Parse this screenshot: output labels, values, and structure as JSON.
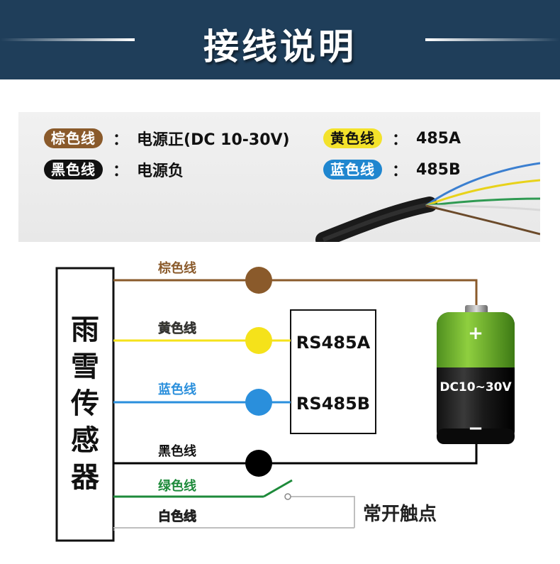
{
  "header": {
    "title": "接线说明"
  },
  "legend": {
    "items": [
      {
        "tag": "棕色线",
        "colon": "：",
        "value": "电源正(DC 10-30V)",
        "color": "#8a5a2b"
      },
      {
        "tag": "黑色线",
        "colon": "：",
        "value": "电源负",
        "color": "#111111"
      },
      {
        "tag": "黄色线",
        "colon": "：",
        "value": "485A",
        "color": "#f3e22b"
      },
      {
        "tag": "蓝色线",
        "colon": "：",
        "value": "485B",
        "color": "#1f86cf"
      }
    ]
  },
  "diagram": {
    "sensor_label": [
      "雨",
      "雪",
      "传",
      "感",
      "器"
    ],
    "wires": {
      "brown": {
        "label": "棕色线",
        "color": "#8a5a2b"
      },
      "yellow": {
        "label": "黄色线",
        "color": "#f5e21a"
      },
      "blue": {
        "label": "蓝色线",
        "color": "#2a8fdc"
      },
      "black": {
        "label": "黑色线",
        "color": "#000000"
      },
      "green": {
        "label": "绿色线",
        "color": "#1d8a3a"
      },
      "white": {
        "label": "白色线",
        "color": "#bfbfbf"
      }
    },
    "rs485": {
      "a": "RS485A",
      "b": "RS485B"
    },
    "battery": {
      "plus": "+",
      "label": "DC10~30V",
      "minus": "−"
    },
    "contact": {
      "label": "常开触点"
    }
  }
}
